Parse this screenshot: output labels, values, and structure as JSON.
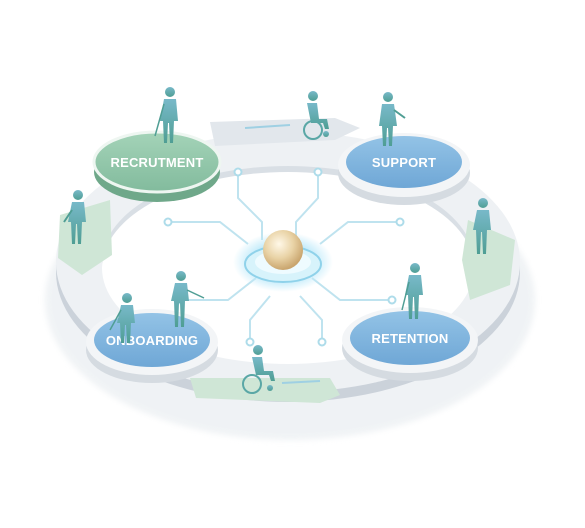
{
  "nodes": [
    {
      "id": "recruitment",
      "label": "RECRUTMENT",
      "color": "#8cc3a6"
    },
    {
      "id": "support",
      "label": "SUPPORT",
      "color": "#7fb2dc"
    },
    {
      "id": "onboarding",
      "label": "ONBOARDING",
      "color": "#7fb0d8"
    },
    {
      "id": "retention",
      "label": "RETENTION",
      "color": "#7fb2dc"
    }
  ],
  "colors": {
    "ring": "#e9edf1",
    "ring_side": "#c9d0d8",
    "arrow_green": "#cfe6d6",
    "circuit": "#bfe3ef",
    "hub_glow": "#bfeafa",
    "figure": "#5fa8a6"
  },
  "icons": {
    "hub": "sphere-icon",
    "people": "person-figure-icon"
  }
}
